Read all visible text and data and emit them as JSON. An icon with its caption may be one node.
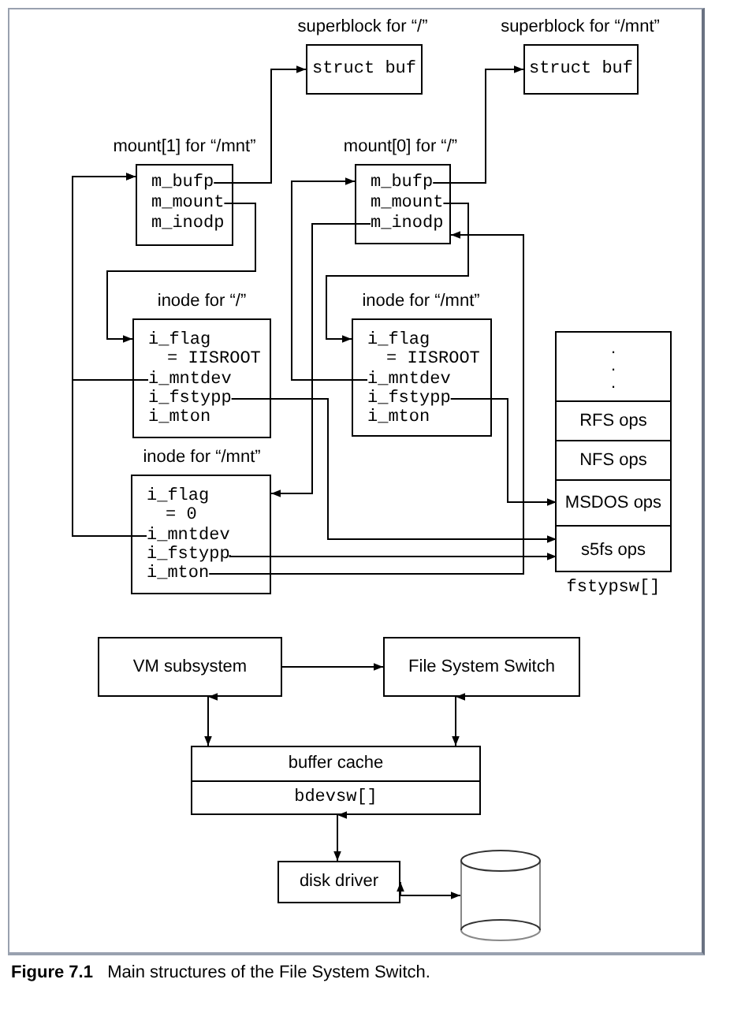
{
  "diagram": {
    "caption": "**Figure 7.1**   Main structures of the File System Switch.",
    "nodes": [
      {
        "text": [
          "struct buf"
        ],
        "beside": [
          "superblock for “/”"
        ]
      },
      {
        "text": [
          "struct buf"
        ],
        "beside": [
          "superblock for “/mnt”"
        ]
      },
      {
        "text": [],
        "shape": "box",
        "beside": [
          "mount[1] for “/mnt”"
        ]
      },
      {
        "text": [
          "m_bufp"
        ],
        "in": 2
      },
      {
        "text": [
          "m_mount"
        ],
        "in": 2
      },
      {
        "text": [
          "m_inodp"
        ],
        "in": 2
      },
      {
        "text": [],
        "shape": "box",
        "beside": [
          "mount[0] for “/”"
        ]
      },
      {
        "text": [
          "m_bufp"
        ],
        "in": 6
      },
      {
        "text": [
          "m_mount"
        ],
        "in": 6
      },
      {
        "text": [
          "m_inodp"
        ],
        "in": 6
      },
      {
        "text": [],
        "shape": "box",
        "beside": [
          "inode for “/”"
        ]
      },
      {
        "text": [
          "i_flag = IISROOT"
        ],
        "in": 10
      },
      {
        "text": [
          "i_mntdev"
        ],
        "in": 10
      },
      {
        "text": [
          "i_fstypp"
        ],
        "in": 10
      },
      {
        "text": [
          "i_mton"
        ],
        "in": 10
      },
      {
        "text": [],
        "shape": "box",
        "beside": [
          "inode for “/mnt”"
        ]
      },
      {
        "text": [
          "i_flag = IISROOT"
        ],
        "in": 15
      },
      {
        "text": [
          "i_mntdev"
        ],
        "in": 15
      },
      {
        "text": [
          "i_fstypp"
        ],
        "in": 15
      },
      {
        "text": [
          "i_mton"
        ],
        "in": 15
      },
      {
        "text": [],
        "shape": "box",
        "beside": [
          "fstypsw[]"
        ]
      },
      {
        "text": [
          ". . ."
        ],
        "in": 20
      },
      {
        "text": [
          "RFS ops"
        ],
        "in": 20
      },
      {
        "text": [
          "NFS ops"
        ],
        "in": 20
      },
      {
        "text": [
          "MSDOS ops"
        ],
        "in": 20
      },
      {
        "text": [
          "s5fs ops"
        ],
        "in": 20
      },
      {
        "text": [],
        "shape": "box",
        "beside": [
          "inode for “/mnt”"
        ]
      },
      {
        "text": [
          "i_flag = 0"
        ],
        "in": 26
      },
      {
        "text": [
          "i_mntdev"
        ],
        "in": 26
      },
      {
        "text": [
          "i_fstypp"
        ],
        "in": 26
      },
      {
        "text": [
          "i_mton"
        ],
        "in": 26
      },
      {
        "text": [
          "VM subsystem"
        ]
      },
      {
        "text": [
          "File System Switch"
        ]
      },
      {
        "text": [
          "buffer cache",
          "bdevsw[]"
        ]
      },
      {
        "text": [
          "disk driver"
        ]
      },
      {
        "text": [],
        "shape": "cylinder"
      }
    ],
    "edges": [
      {
        "from": 3,
        "to": 0,
        "arrow": "to"
      },
      {
        "from": 7,
        "to": 1,
        "arrow": "to"
      },
      {
        "from": 4,
        "to": 10,
        "arrow": "to"
      },
      {
        "from": 8,
        "to": 15,
        "arrow": "to"
      },
      {
        "from": 9,
        "to": 26,
        "arrow": "to"
      },
      {
        "from": 17,
        "to": 6,
        "arrow": "to"
      },
      {
        "from": 12,
        "to": 2,
        "arrow": "to"
      },
      {
        "from": 28,
        "to": 2,
        "arrow": "to"
      },
      {
        "from": 13,
        "to": 25,
        "arrow": "to"
      },
      {
        "from": 18,
        "to": 24,
        "arrow": "to"
      },
      {
        "from": 29,
        "to": 25,
        "arrow": "to"
      },
      {
        "from": 30,
        "to": 6,
        "arrow": "to"
      },
      {
        "from": 31,
        "to": 32,
        "arrow": "to"
      },
      {
        "from": 31,
        "to": 33,
        "arrow": "both"
      },
      {
        "from": 32,
        "to": 33,
        "arrow": "both"
      },
      {
        "from": 33,
        "to": 34,
        "arrow": "both"
      },
      {
        "from": 34,
        "to": 35,
        "arrow": "both"
      }
    ]
  }
}
